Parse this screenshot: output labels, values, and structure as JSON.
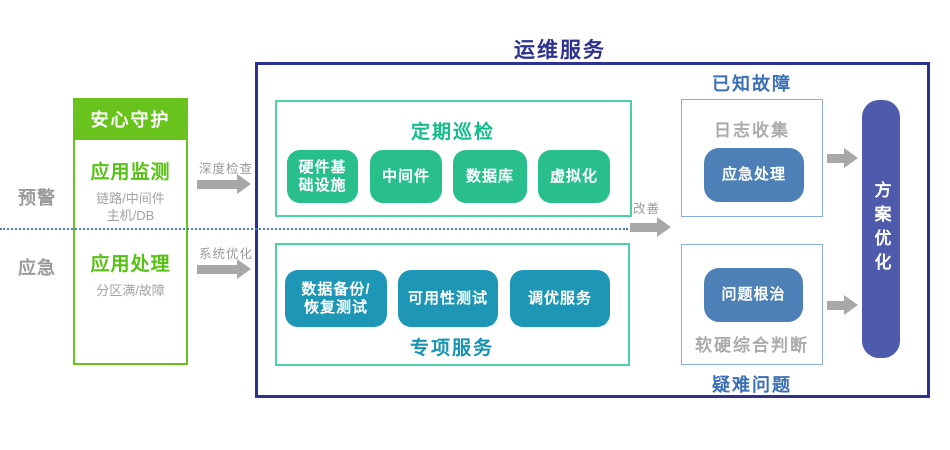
{
  "left": {
    "phase_labels": [
      "预警",
      "应急"
    ],
    "guard": {
      "header": "安心守护",
      "monitor_title": "应用监测",
      "monitor_line1": "链路/中间件",
      "monitor_line2": "主机/DB",
      "handle_title": "应用处理",
      "handle_line1": "分区满/故障"
    },
    "arrow_deep_label": "深度检查",
    "arrow_sys_label": "系统优化"
  },
  "main": {
    "title": "运维服务",
    "inspection": {
      "title": "定期巡检",
      "items": [
        "硬件基础设施",
        "中间件",
        "数据库",
        "虚拟化"
      ]
    },
    "special": {
      "title": "专项服务",
      "items": [
        "数据备份/恢复测试",
        "可用性测试",
        "调优服务"
      ]
    },
    "arrow_improve_label": "改善"
  },
  "right": {
    "known": {
      "title": "已知故障",
      "subtitle": "日志收集",
      "button": "应急处理"
    },
    "hard": {
      "title": "疑难问题",
      "button": "问题根治",
      "subtitle": "软硬综合判断"
    },
    "pill": "方案优化"
  },
  "colors": {
    "green": "#68c41d",
    "emerald": "#29bf8d",
    "mint_border": "#4ad2a4",
    "teal": "#1d97b5",
    "navy": "#2e3192",
    "blue_title": "#3b6fb4",
    "steel_blue": "#4c80b7",
    "indigo": "#4e5aab",
    "arrow_gray": "#a8a8a8",
    "dotted_blue": "#4a7ad2"
  }
}
